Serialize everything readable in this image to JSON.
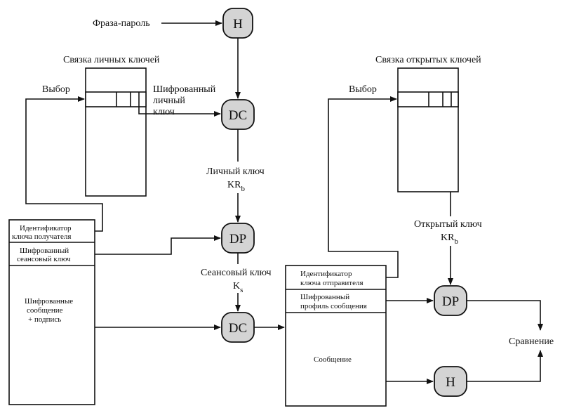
{
  "labels": {
    "passphrase": "Фраза-пароль",
    "private_keyring": "Связка личных ключей",
    "public_keyring": "Связка открытых ключей",
    "select_left": "Выбор",
    "select_right": "Выбор",
    "enc_private_key_1": "Шифрованный",
    "enc_private_key_2": "личный",
    "enc_private_key_3": "ключ",
    "private_key_1": "Личный ключ",
    "private_key_2": "KR",
    "private_key_sub": "b",
    "public_key_1": "Открытый ключ",
    "public_key_2": "KR",
    "public_key_sub": "b",
    "session_key_1": "Сеансовый ключ",
    "session_key_2": "K",
    "session_key_sub": "s",
    "compare": "Сравнение"
  },
  "incoming_message": {
    "recipient_id_1": "Идентификатор",
    "recipient_id_2": "ключа получателя",
    "enc_session_1": "Шифрованный",
    "enc_session_2": "сеансовый ключ",
    "body_1": "Шифрованные",
    "body_2": "сообщение",
    "body_3": "+ подпись"
  },
  "decrypted_message": {
    "sender_id_1": "Идентификатор",
    "sender_id_2": "ключа отправителя",
    "enc_digest_1": "Шифрованный",
    "enc_digest_2": "профиль сообщения",
    "body": "Сообщение"
  },
  "nodes": {
    "hash_top": "H",
    "dc_top": "DC",
    "dp_mid": "DP",
    "dc_bottom": "DC",
    "dp_right": "DP",
    "hash_bottom": "H"
  }
}
